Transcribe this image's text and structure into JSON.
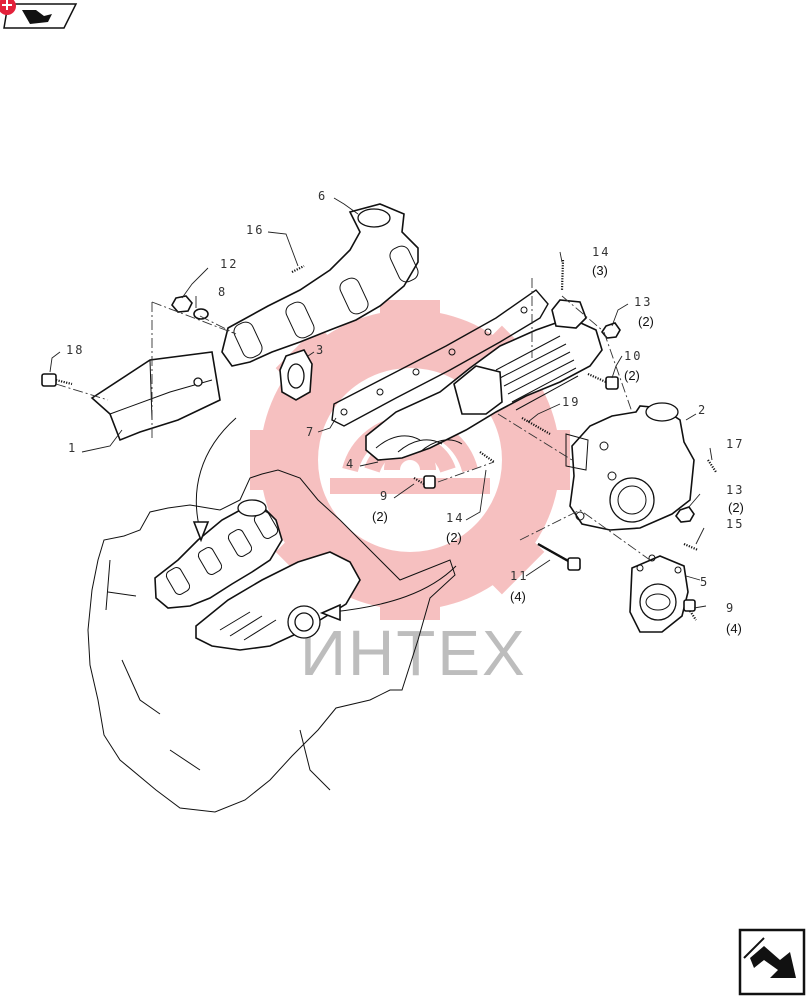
{
  "callouts": [
    {
      "num": "1"
    },
    {
      "num": "2"
    },
    {
      "num": "3"
    },
    {
      "num": "4"
    },
    {
      "num": "5"
    },
    {
      "num": "6"
    },
    {
      "num": "7"
    },
    {
      "num": "8"
    },
    {
      "num": "9"
    },
    {
      "num": "9"
    },
    {
      "num": "10"
    },
    {
      "num": "11"
    },
    {
      "num": "12"
    },
    {
      "num": "13"
    },
    {
      "num": "13"
    },
    {
      "num": "14"
    },
    {
      "num": "14"
    },
    {
      "num": "15"
    },
    {
      "num": "16"
    },
    {
      "num": "17"
    },
    {
      "num": "18"
    },
    {
      "num": "19"
    }
  ],
  "quantities": [
    "(3)",
    "(2)",
    "(2)",
    "(2)",
    "(2)",
    "(2)",
    "(4)",
    "(4)"
  ],
  "watermark": "ИНТЕХ",
  "icons": {
    "top_left": "back-arrow-icon",
    "bottom_right": "next-page-arrow-icon",
    "badge": "plus-badge-icon"
  },
  "colors": {
    "watermark": "#e02020",
    "badge": "#e3213a",
    "line": "#111111"
  }
}
